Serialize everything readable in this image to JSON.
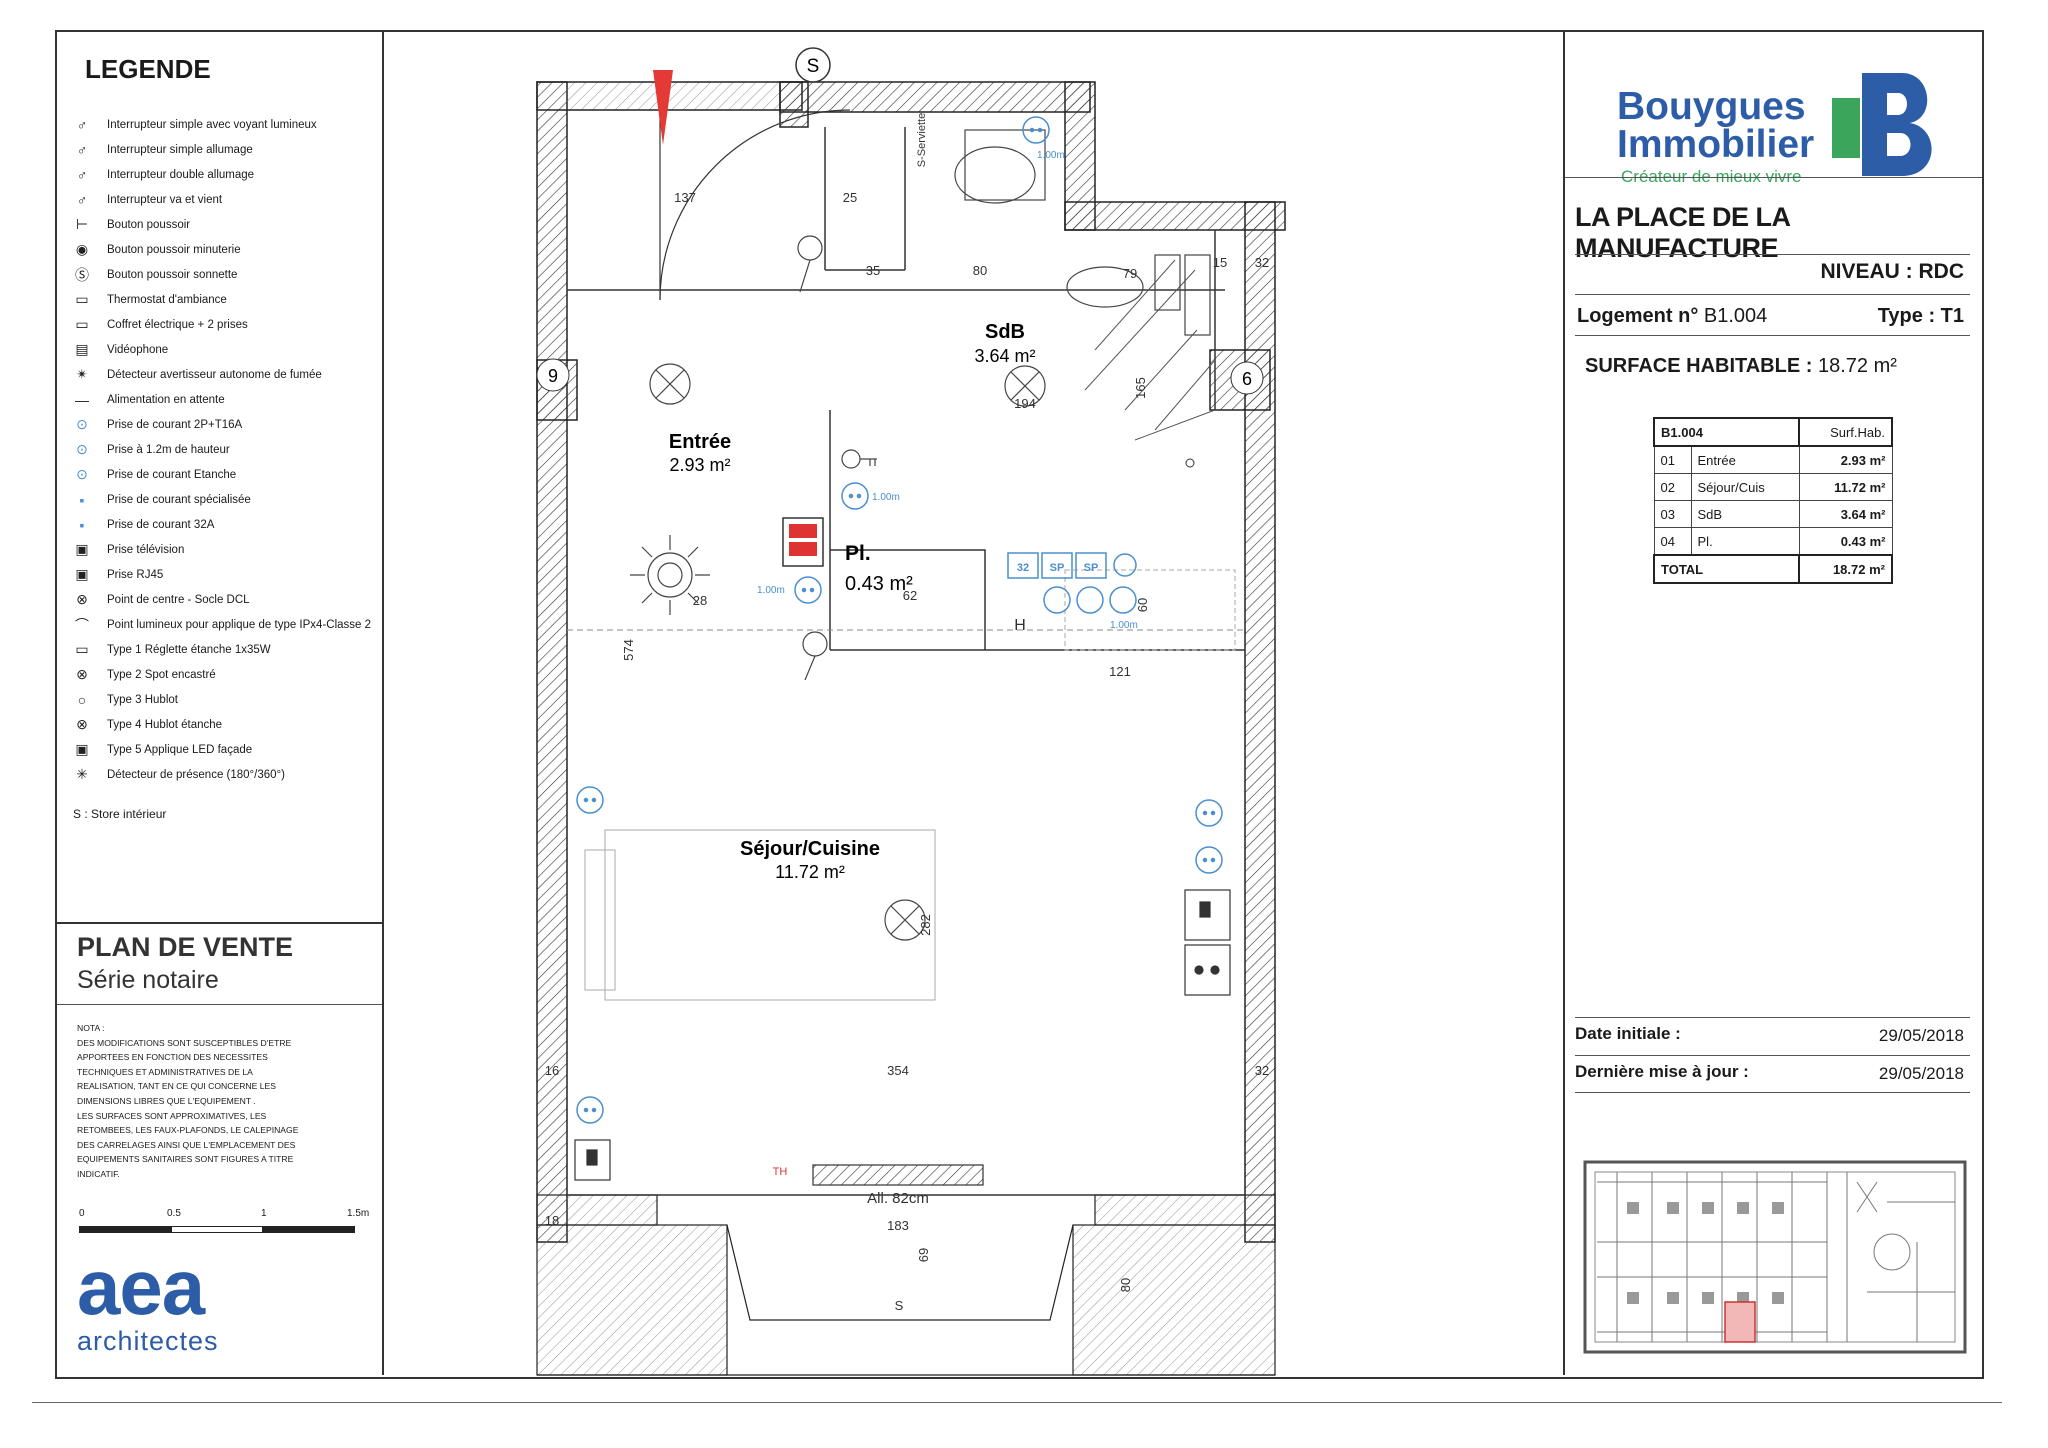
{
  "legend": {
    "title": "LEGENDE",
    "items": [
      {
        "icon": "switch-indicator-icon",
        "glyph": "♂",
        "label": "Interrupteur simple avec voyant lumineux"
      },
      {
        "icon": "switch-simple-icon",
        "glyph": "♂",
        "label": "Interrupteur simple allumage"
      },
      {
        "icon": "switch-double-icon",
        "glyph": "♂",
        "label": "Interrupteur double allumage"
      },
      {
        "icon": "switch-two-way-icon",
        "glyph": "♂",
        "label": "Interrupteur va et vient"
      },
      {
        "icon": "push-button-icon",
        "glyph": "⊢",
        "label": "Bouton poussoir"
      },
      {
        "icon": "timer-button-icon",
        "glyph": "◉",
        "label": "Bouton poussoir minuterie"
      },
      {
        "icon": "bell-button-icon",
        "glyph": "Ⓢ",
        "label": "Bouton poussoir sonnette"
      },
      {
        "icon": "thermostat-icon",
        "glyph": "▭",
        "label": "Thermostat d'ambiance"
      },
      {
        "icon": "electric-box-icon",
        "glyph": "▭",
        "label": "Coffret électrique + 2 prises"
      },
      {
        "icon": "videophone-icon",
        "glyph": "▤",
        "label": "Vidéophone"
      },
      {
        "icon": "smoke-detector-icon",
        "glyph": "✴",
        "label": "Détecteur avertisseur autonome de fumée"
      },
      {
        "icon": "power-supply-icon",
        "glyph": "—",
        "label": "Alimentation en attente"
      },
      {
        "icon": "socket-icon",
        "glyph": "⊙",
        "label": "Prise de courant 2P+T16A"
      },
      {
        "icon": "socket-high-icon",
        "glyph": "⊙",
        "label": "Prise à 1.2m de hauteur"
      },
      {
        "icon": "socket-waterproof-icon",
        "glyph": "⊙",
        "label": "Prise de courant Etanche"
      },
      {
        "icon": "socket-special-icon",
        "glyph": "▪",
        "label": "Prise de courant spécialisée"
      },
      {
        "icon": "socket-32a-icon",
        "glyph": "▪",
        "label": "Prise de courant 32A"
      },
      {
        "icon": "tv-socket-icon",
        "glyph": "▣",
        "label": "Prise télévision"
      },
      {
        "icon": "rj45-socket-icon",
        "glyph": "▣",
        "label": "Prise RJ45"
      },
      {
        "icon": "ceiling-point-icon",
        "glyph": "⊗",
        "label": "Point de centre - Socle DCL"
      },
      {
        "icon": "wall-light-icon",
        "glyph": "⌒",
        "label": "Point lumineux pour applique de type IPx4-Classe 2"
      },
      {
        "icon": "led-strip-icon",
        "glyph": "▭",
        "label": "Type 1 Réglette étanche 1x35W"
      },
      {
        "icon": "spot-icon",
        "glyph": "⊗",
        "label": "Type 2 Spot encastré"
      },
      {
        "icon": "hublot-icon",
        "glyph": "○",
        "label": "Type 3 Hublot"
      },
      {
        "icon": "hublot-waterproof-icon",
        "glyph": "⊗",
        "label": "Type 4 Hublot étanche"
      },
      {
        "icon": "facade-light-icon",
        "glyph": "▣",
        "label": "Type 5 Applique LED façade"
      },
      {
        "icon": "presence-detector-icon",
        "glyph": "✳",
        "label": "Détecteur de présence (180°/360°)"
      }
    ],
    "store": "S : Store intérieur"
  },
  "plan_block": {
    "title": "PLAN DE VENTE",
    "subtitle": "Série notaire"
  },
  "nota": "NOTA :\nDES MODIFICATIONS SONT SUSCEPTIBLES D'ETRE APPORTEES EN FONCTION DES NECESSITES TECHNIQUES ET ADMINISTRATIVES DE LA REALISATION, TANT EN CE QUI CONCERNE LES DIMENSIONS LIBRES QUE L'EQUIPEMENT .\nLES SURFACES SONT APPROXIMATIVES, LES RETOMBEES, LES FAUX-PLAFONDS, LE CALEPINAGE DES CARRELAGES AINSI QUE L'EMPLACEMENT DES EQUIPEMENTS SANITAIRES SONT FIGURES A TITRE INDICATIF.",
  "scale": {
    "labels": [
      "0",
      "0.5",
      "1",
      "1.5m"
    ]
  },
  "architect": {
    "name": "aea",
    "sub": "architectes"
  },
  "brand": {
    "name_line1": "Bouygues",
    "name_line2": "Immobilier",
    "tagline": "Créateur de mieux vivre",
    "blue": "#2e5da8",
    "green": "#3ba55c"
  },
  "project": {
    "name": "LA PLACE DE LA MANUFACTURE",
    "niveau": "NIVEAU : RDC",
    "logement_label": "Logement n°",
    "logement_value": "B1.004",
    "type": "Type : T1",
    "surface_label": "SURFACE HABITABLE :",
    "surface_value": "18.72 m²"
  },
  "surface_table": {
    "header": [
      "B1.004",
      "Surf.Hab."
    ],
    "rows": [
      [
        "01",
        "Entrée",
        "2.93 m²"
      ],
      [
        "02",
        "Séjour/Cuis",
        "11.72 m²"
      ],
      [
        "03",
        "SdB",
        "3.64 m²"
      ],
      [
        "04",
        "Pl.",
        "0.43 m²"
      ]
    ],
    "total": [
      "TOTAL",
      "18.72 m²"
    ]
  },
  "dates": {
    "initiale_label": "Date initiale :",
    "initiale_value": "29/05/2018",
    "maj_label": "Dernière mise à jour :",
    "maj_value": "29/05/2018"
  },
  "rooms": {
    "sdb": {
      "name": "SdB",
      "area": "3.64 m²"
    },
    "entree": {
      "name": "Entrée",
      "area": "2.93 m²"
    },
    "placard": {
      "name": "Pl.",
      "area": "0.43 m²"
    },
    "sejour": {
      "name": "Séjour/Cuisine",
      "area": "11.72 m²"
    }
  },
  "plan_labels": {
    "store_s": "S",
    "north": "N",
    "door_ref_left": "9",
    "door_ref_right": "6",
    "serviette": "S-Serviette",
    "all_window": "All. 82cm",
    "th": "TH",
    "h_label": "H",
    "height_1": "1.00m",
    "height_2": "1.00m",
    "height_3": "1.00m",
    "height_4": "1.00m",
    "socket_32": "32",
    "socket_sp1": "SP",
    "socket_sp2": "SP",
    "s_bottom": "S",
    "dims": {
      "d137": "137",
      "d25": "25",
      "d35": "35",
      "d80": "80",
      "d79": "79",
      "d15": "15",
      "d32a": "32",
      "d165": "165",
      "d194": "194",
      "d121": "121",
      "d574": "574",
      "d354": "354",
      "d32b": "32",
      "d183": "183",
      "d69": "69",
      "d16": "16",
      "d28": "28",
      "d282": "282",
      "d60": "60",
      "d80b": "80",
      "d62": "62",
      "d18": "18"
    }
  }
}
